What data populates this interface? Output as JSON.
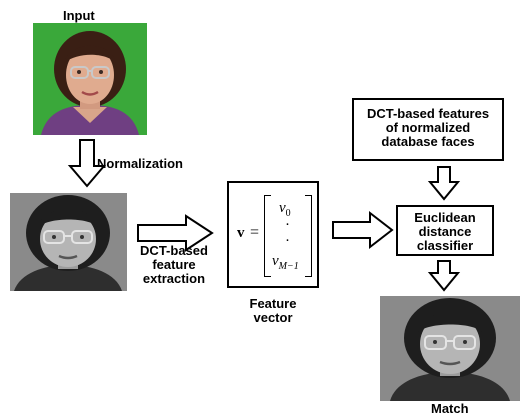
{
  "labels": {
    "input": "Input",
    "normalization": "Normalization",
    "dct_feature_extraction": [
      "DCT-based",
      "feature",
      "extraction"
    ],
    "feature_vector": [
      "Feature",
      "vector"
    ],
    "database_features": [
      "DCT-based features",
      "of normalized",
      "database faces"
    ],
    "classifier": [
      "Euclidean",
      "distance",
      "classifier"
    ],
    "match": "Match"
  },
  "vector": {
    "symbol": "v",
    "equals": "=",
    "first": "v",
    "first_sub": "0",
    "dot": "·",
    "last": "v",
    "last_sub": "M−1"
  },
  "images": {
    "input_photo": "color-face-photo",
    "normalized_photo": "grayscale-face-photo",
    "match_photo": "grayscale-face-photo"
  },
  "colors": {
    "input_background": "#3aa83a",
    "gray_background": "#8a8a8a"
  }
}
